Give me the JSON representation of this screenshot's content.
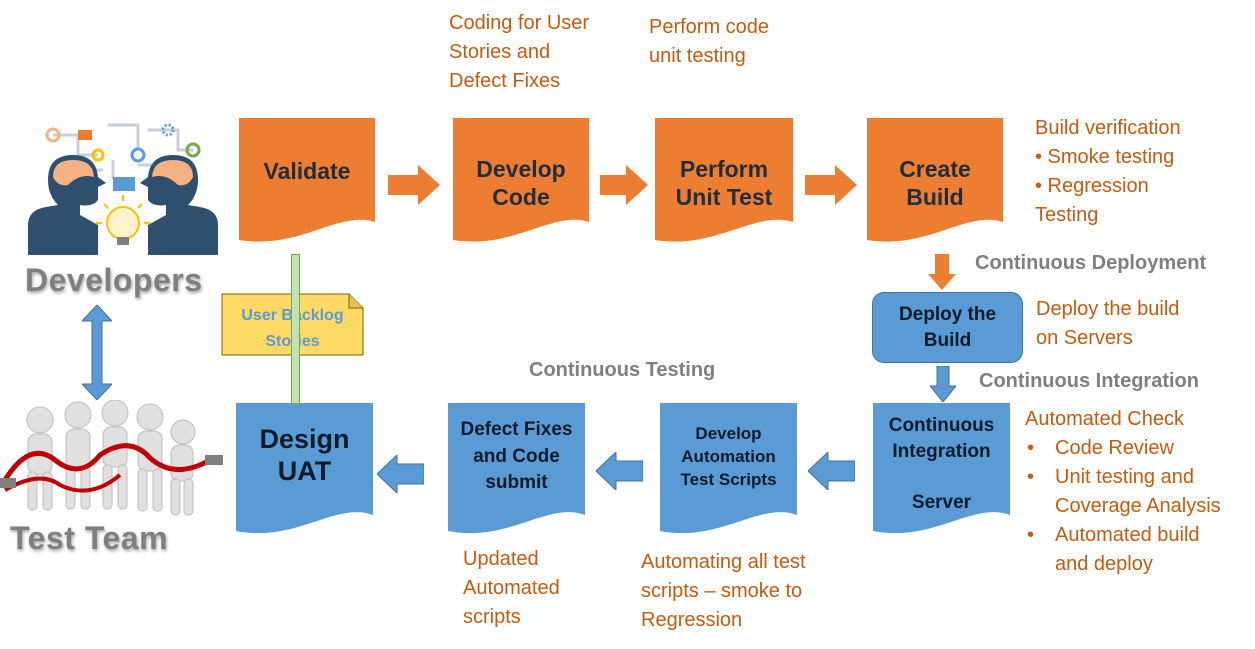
{
  "actors": {
    "developers": "Developers",
    "test_team": "Test Team"
  },
  "process_top": {
    "validate": "Validate",
    "develop_code": "Develop\nCode",
    "unit_test": "Perform\nUnit Test",
    "create_build": "Create\nBuild"
  },
  "process_bottom": {
    "ci_server": "Continuous\nIntegration\n\nServer",
    "automation": "Develop\nAutomation\nTest Scripts",
    "defect_fixes": "Defect Fixes\nand Code\nsubmit",
    "design_uat": "Design\nUAT"
  },
  "deploy_box": "Deploy the\nBuild",
  "backlog_note": "User Backlog\nStories",
  "stage_titles": {
    "continuous_deployment": "Continuous Deployment",
    "continuous_integration": "Continuous Integration",
    "continuous_testing": "Continuous Testing"
  },
  "annotations": {
    "coding": "Coding for User\nStories and\nDefect Fixes",
    "unit_testing": "Perform code\nunit testing",
    "build_verification_title": "Build verification",
    "build_verification_items": [
      "• Smoke testing",
      "• Regression\nTesting"
    ],
    "deploy": "Deploy the build\non Servers",
    "automated_check_title": "Automated Check",
    "automated_check_items": [
      "Code Review",
      "Unit testing and\nCoverage Analysis",
      "Automated build\nand deploy"
    ],
    "automating": "Automating all test\nscripts – smoke to\nRegression",
    "updated": "Updated\nAutomated\nscripts"
  },
  "colors": {
    "orange": "#ed7d31",
    "blue": "#5b9bd5",
    "annotation": "#c55a11",
    "grey_text": "#7f7f7f",
    "note_fill": "#ffd966",
    "note_text": "#5b9bd5",
    "connector_green": "#a9d18e"
  }
}
